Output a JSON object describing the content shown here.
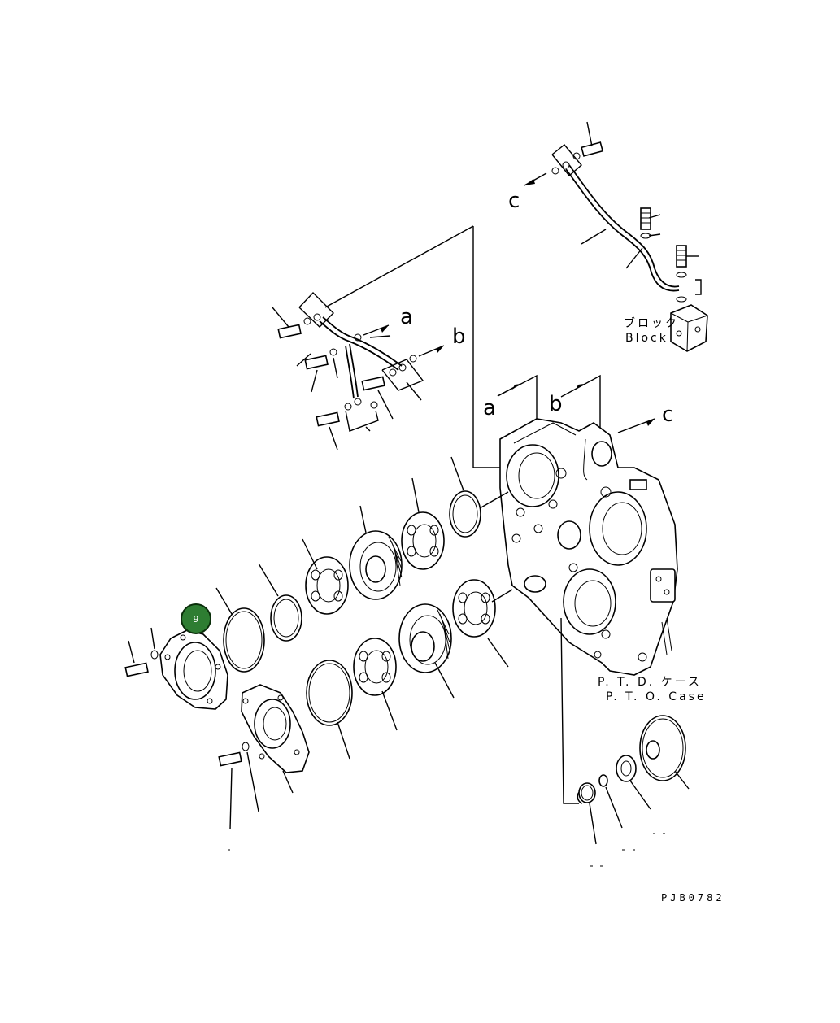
{
  "callout": {
    "number": "9",
    "color": "#2e7d32",
    "border": "#0a2e0a"
  },
  "labels": {
    "block_jp": "ブロック",
    "block_en": "Block",
    "case_jp": "P. T. D. ケース",
    "case_en": "P. T. O. Case",
    "drawing_code": "PJB0782"
  },
  "refs": {
    "a": "a",
    "b": "b",
    "c": "c"
  }
}
